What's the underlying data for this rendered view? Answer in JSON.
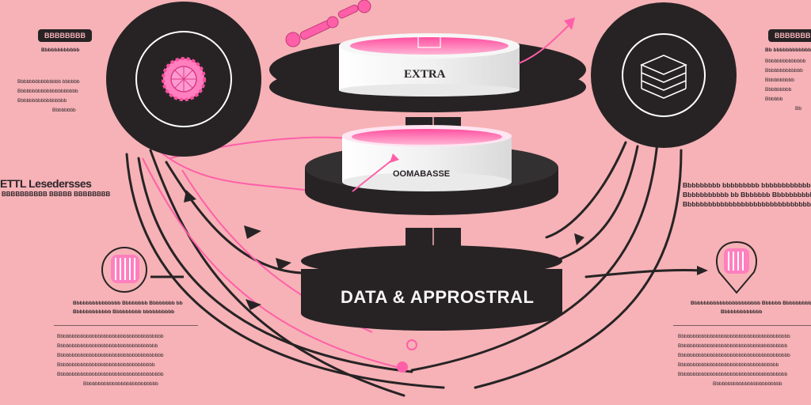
{
  "diagram": {
    "top_tier_label": "EXTRA",
    "middle_tier_label": "OOMABASSE",
    "bottom_tier_label": "DATA & APPROSTRAL",
    "left_panel": {
      "tag": "BBBBBBBB",
      "heading": "ETTL Lesedersses",
      "subheading": "BBBBBBBBBB BBBBB BBBBBBBB",
      "top_lines": [
        "Bbbbbbbbbbbb",
        "Bbbbbbbbbbbbbbb bbbbbb",
        "Bbbbbbbbbbbbbbbbbbbbb",
        "Bbbbbbbbbbbbbbbbb",
        "Bbbbbbbb"
      ],
      "caption": [
        "Bbbbbbbbbbbbbbb Bbbbbbbb Bbbbbbbb bb",
        "Bbbbbbbbbbbb Bbbbbbbbb bbbbbbbbbb"
      ],
      "body_lines": [
        "Bbbbbbbbbbbbbbbbbbbbbbbbbbbbbbbbbbbbb",
        "Bbbbbbbbbbbbbbbbbbbbbbbbbbbbbbbbbbb",
        "Bbbbbbbbbbbbbbbbbbbbbbbbbbbbbbbbbbbbb",
        "Bbbbbbbbbbbbbbbbbbbbbbbbbbbbbbbbbb",
        "Bbbbbbbbbbbbbbbbbbbbbbbbbbbbbbbbbbbbb",
        "Bbbbbbbbbbbbbbbbbbbbbbbbbb"
      ]
    },
    "right_panel": {
      "tag": "BBBBBBBB",
      "top_lines": [
        "Bb bbbbbbbbbbbb",
        "Bbbbbbbbbbbbbb",
        "Bbbbbbbbbbbbb",
        "Bbbbbbbbbb",
        "Bbbbbbbbb",
        "Bbbbbb",
        "Bb"
      ],
      "heading_lines": [
        "Bbbbbbbbb bbbbbbbbb bbbbbbbbbbbbbbbbb",
        "Bbbbbbbbbbb bb Bbbbbbb Bbbbbbbbbbbbbbb",
        "Bbbbbbbbbbbbbbbbbbbbbbbbbbbbbbbbbbbbbbb"
      ],
      "caption": [
        "Bbbbbbbbbbbbbbbbbbbbbb Bbbbbb Bbbbbbbbbb",
        "Bbbbbbbbbbbbb"
      ],
      "body_lines": [
        "Bbbbbbbbbbbbbbbbbbbbbbbbbbbbbbbbbbbbbbb",
        "Bbbbbbbbbbbbbbbbbbbbbbbbbbbbbbbbbbbbbb",
        "Bbbbbbbbbbbbbbbbbbbbbbbbbbbbbbbbbbbbbbb",
        "Bbbbbbbbbbbbbbbbbbbbbbbbbbbbbbbbbbb",
        "Bbbbbbbbbbbbbbbbbbbbbbbbbbbbbbbbbbbbbb",
        "Bbbbbbbbbbbbbbbbbbbbbbbb"
      ]
    },
    "colors": {
      "background": "#f6b2b6",
      "dark": "#272325",
      "accent_pink": "#ff5fa8",
      "white": "#f4f4f4"
    },
    "icons": [
      "gear-icon",
      "stacked-layers-icon",
      "bar-card-icon",
      "wrench-chain-icon",
      "arrow-icon"
    ]
  }
}
